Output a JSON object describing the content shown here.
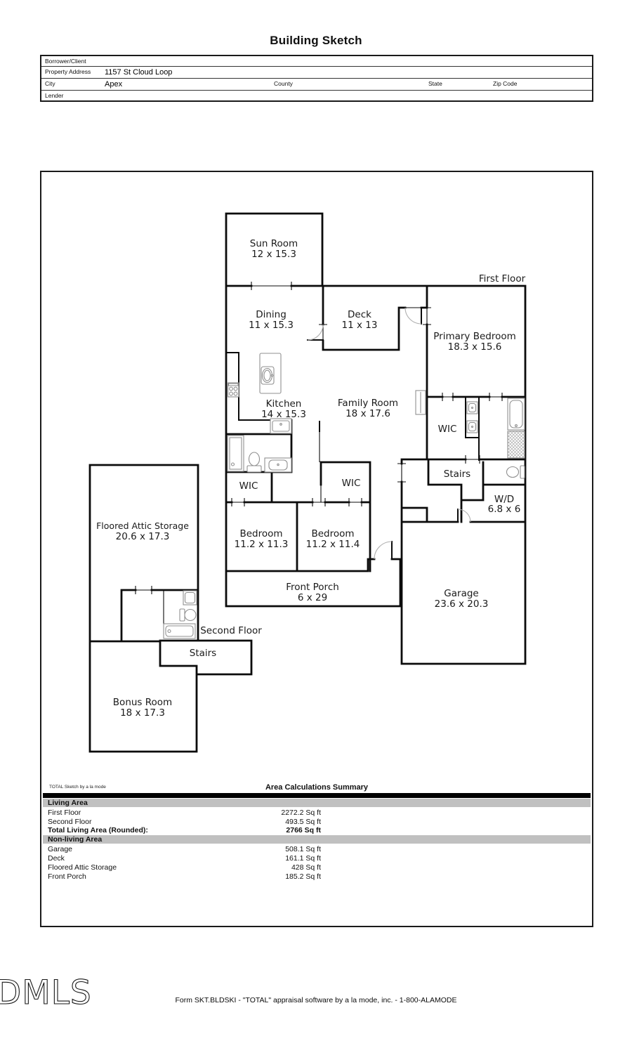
{
  "title": "Building Sketch",
  "header": {
    "borrower_label": "Borrower/Client",
    "property_label": "Property Address",
    "property_value": "1157 St Cloud Loop",
    "city_label": "City",
    "city_value": "Apex",
    "county_label": "County",
    "state_label": "State",
    "zip_label": "Zip Code",
    "lender_label": "Lender"
  },
  "plan": {
    "first_floor_label": "First Floor",
    "second_floor_label": "Second Floor",
    "rooms": [
      {
        "name": "Sun Room",
        "dims": "12 x 15.3"
      },
      {
        "name": "Dining",
        "dims": "11 x 15.3"
      },
      {
        "name": "Deck",
        "dims": "11 x 13"
      },
      {
        "name": "Primary Bedroom",
        "dims": "18.3 x 15.6"
      },
      {
        "name": "Kitchen",
        "dims": "14 x 15.3"
      },
      {
        "name": "Family Room",
        "dims": "18 x 17.6"
      },
      {
        "name": "WIC"
      },
      {
        "name": "Stairs"
      },
      {
        "name": "W/D",
        "dims": "6.8 x 6"
      },
      {
        "name": "WIC"
      },
      {
        "name": "WIC"
      },
      {
        "name": "Bedroom",
        "dims": "11.2 x 11.3"
      },
      {
        "name": "Bedroom",
        "dims": "11.2 x 11.4"
      },
      {
        "name": "Front Porch",
        "dims": "6 x 29"
      },
      {
        "name": "Garage",
        "dims": "23.6 x 20.3"
      },
      {
        "name": "Floored Attic Storage",
        "dims": "20.6 x 17.3"
      },
      {
        "name": "Stairs"
      },
      {
        "name": "Bonus Room",
        "dims": "18 x 17.3"
      }
    ]
  },
  "summary": {
    "attribution": "TOTAL Sketch by a la mode",
    "title": "Area Calculations Summary",
    "living_header": "Living Area",
    "living_rows": [
      {
        "label": "First Floor",
        "value": "2272.2 Sq ft"
      },
      {
        "label": "Second Floor",
        "value": "493.5 Sq ft"
      },
      {
        "label": "Total Living Area (Rounded):",
        "value": "2766 Sq ft"
      }
    ],
    "nonliving_header": "Non-living Area",
    "nonliving_rows": [
      {
        "label": "Garage",
        "value": "508.1 Sq ft"
      },
      {
        "label": "Deck",
        "value": "161.1 Sq ft"
      },
      {
        "label": "Floored Attic Storage",
        "value": "428 Sq ft"
      },
      {
        "label": "Front Porch",
        "value": "185.2 Sq ft"
      }
    ]
  },
  "footer": {
    "logo": "DMLS",
    "form_text": "Form SKT.BLDSKI - \"TOTAL\" appraisal software by a la mode, inc. - 1-800-ALAMODE"
  }
}
